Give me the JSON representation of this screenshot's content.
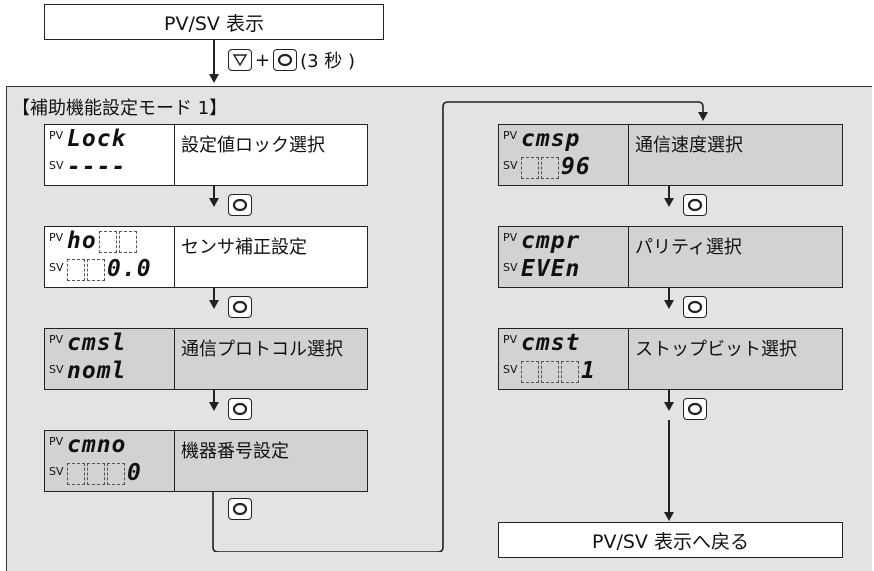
{
  "header": {
    "top_box_label": "PV/SV 表示",
    "op_plus": "+",
    "op_time": "(3 秒 )"
  },
  "mode": {
    "title": "【補助機能設定モード 1】"
  },
  "left_steps": [
    {
      "label": "設定値ロック選択",
      "pv": "Lock",
      "sv": "----",
      "style": "white"
    },
    {
      "label": "センサ補正設定",
      "pv": "ho",
      "sv": "0.0",
      "style": "white"
    },
    {
      "label": "通信プロトコル選択",
      "pv": "cmsl",
      "sv": "noml",
      "style": "gray"
    },
    {
      "label": "機器番号設定",
      "pv": "cmno",
      "sv": "0",
      "style": "gray"
    }
  ],
  "right_steps": [
    {
      "label": "通信速度選択",
      "pv": "cmsp",
      "sv": "96",
      "style": "gray"
    },
    {
      "label": "パリティ選択",
      "pv": "cmpr",
      "sv": "EVEn",
      "style": "gray"
    },
    {
      "label": "ストップビット選択",
      "pv": "cmst",
      "sv": "1",
      "style": "gray"
    }
  ],
  "pv_tag": "PV",
  "sv_tag": "SV",
  "end": {
    "label": "PV/SV 表示へ戻る"
  },
  "icons": {
    "down": "down-triangle-key-icon",
    "mode": "mode-key-icon"
  }
}
